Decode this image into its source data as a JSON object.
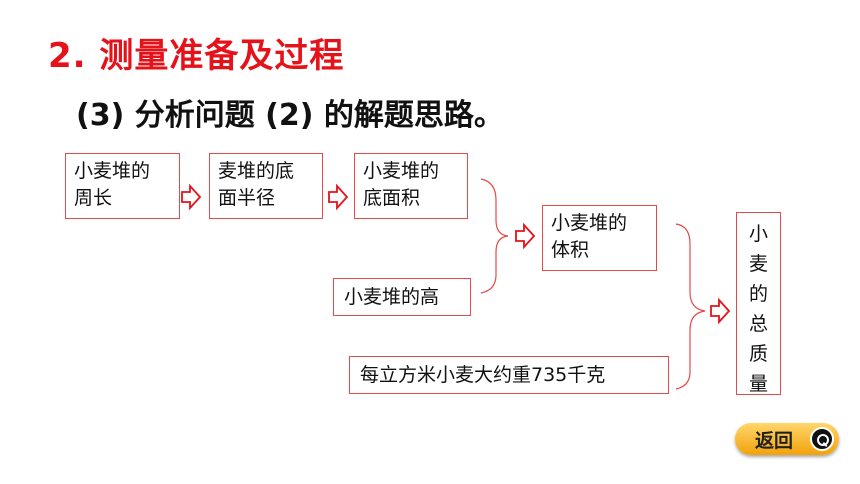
{
  "heading": "2. 测量准备及过程",
  "subheading": "(3) 分析问题 (2) 的解题思路。",
  "boxes": {
    "perimeter": [
      "小麦堆的",
      "周长"
    ],
    "radius": [
      "麦堆的底",
      "面半径"
    ],
    "base_area": [
      "小麦堆的",
      "底面积"
    ],
    "height": "小麦堆的高",
    "volume": [
      "小麦堆的",
      "体积"
    ],
    "density": "每立方米小麦大约重735千克",
    "total_mass": [
      "小",
      "麦",
      "的",
      "总",
      "质",
      "量"
    ]
  },
  "back_button": {
    "label": "返回",
    "icon": "search-icon"
  },
  "colors": {
    "heading": "#e6121a",
    "box_border": "#e44a4a",
    "arrow": "#e6121a",
    "button": "#f2a20c"
  }
}
